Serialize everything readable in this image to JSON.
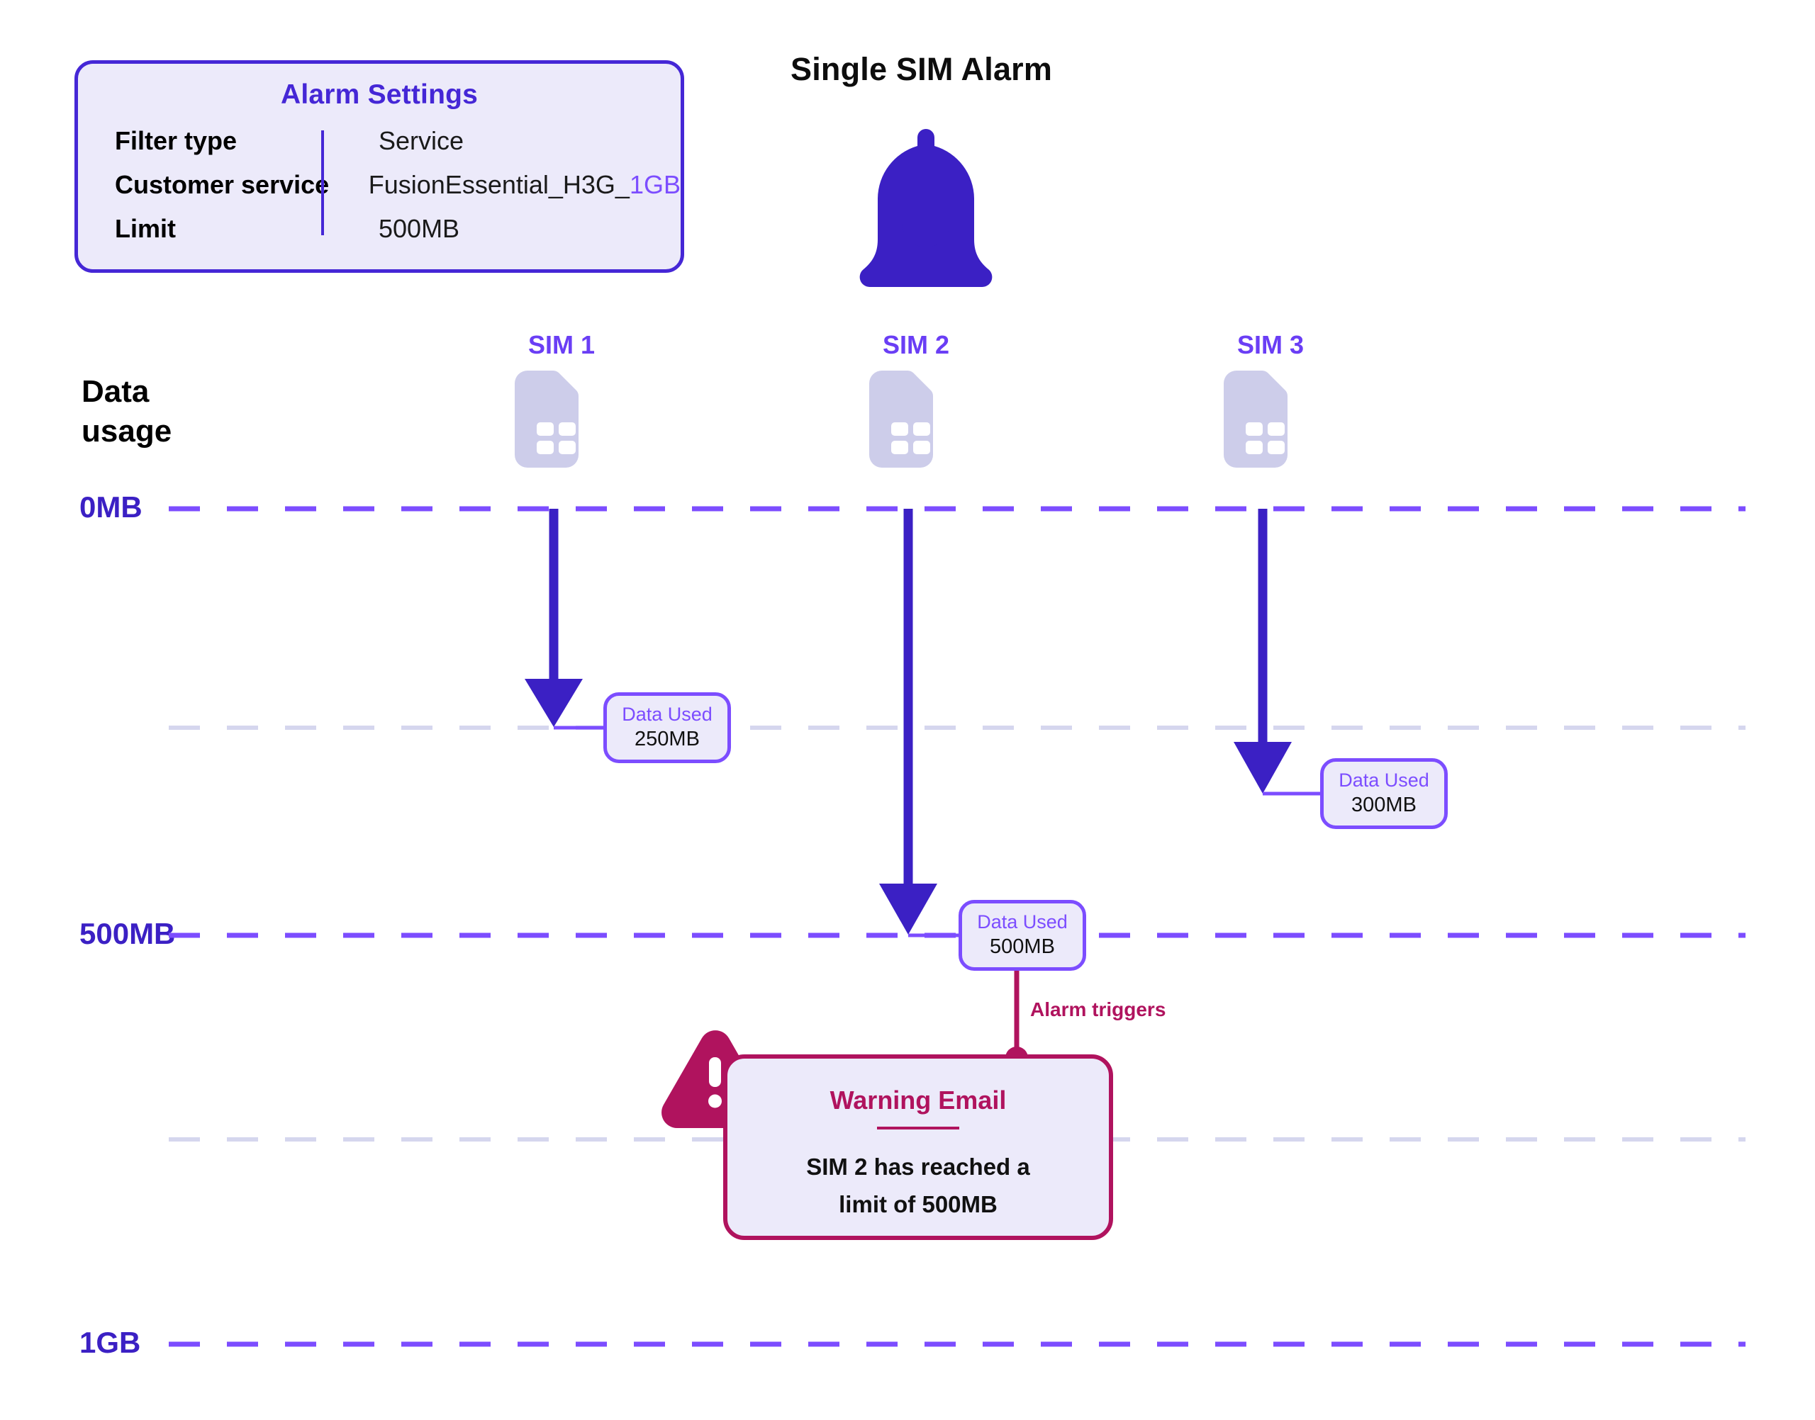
{
  "heading": "Single SIM Alarm",
  "alarm_settings": {
    "title": "Alarm Settings",
    "rows": [
      {
        "key": "Filter type",
        "value": "Service"
      },
      {
        "key": "Customer service",
        "value": "FusionEssential_H3G_",
        "value_highlight": "1GB"
      },
      {
        "key": "Limit",
        "value": "500MB"
      }
    ]
  },
  "axis": {
    "caption_line1": "Data",
    "caption_line2": "usage",
    "ticks": [
      {
        "label": "0MB",
        "y": 718
      },
      {
        "label": "500MB",
        "y": 1320
      },
      {
        "label": "1GB",
        "y": 1897
      }
    ],
    "minor_gridlines_y": [
      1027,
      1608
    ]
  },
  "sims": [
    {
      "label": "SIM 1",
      "data_used_title": "Data Used",
      "data_used_value": "250MB"
    },
    {
      "label": "SIM 2",
      "data_used_title": "Data Used",
      "data_used_value": "500MB"
    },
    {
      "label": "SIM 3",
      "data_used_title": "Data Used",
      "data_used_value": "300MB"
    }
  ],
  "alarm_trigger_label": "Alarm triggers",
  "warning_email": {
    "title": "Warning Email",
    "body_line1": "SIM 2 has reached a",
    "body_line2": "limit of 500MB"
  },
  "icons": {
    "bell": "bell-icon",
    "sim": "sim-card-icon",
    "warning": "warning-triangle-icon"
  },
  "colors": {
    "indigo": "#3b20c4",
    "violet": "#7c4dff",
    "panel_fill": "#eceafa",
    "panel_border": "#4527d6",
    "crimson": "#b0135e",
    "sim_card": "#cdcdea",
    "gridline_major": "#7c4dff",
    "gridline_minor": "#d5d6ee"
  },
  "chart_data": {
    "type": "bar",
    "title": "Single SIM Alarm",
    "ylabel": "Data usage",
    "categories": [
      "SIM 1",
      "SIM 2",
      "SIM 3"
    ],
    "values": [
      250,
      500,
      300
    ],
    "unit": "MB",
    "ylim": [
      0,
      1024
    ],
    "yticks": [
      0,
      500,
      1024
    ],
    "ytick_labels": [
      "0MB",
      "500MB",
      "1GB"
    ],
    "threshold": 500,
    "threshold_label": "Limit 500MB",
    "grid": true,
    "annotations": [
      "Alarm triggers",
      "SIM 2 has reached a limit of 500MB"
    ]
  }
}
